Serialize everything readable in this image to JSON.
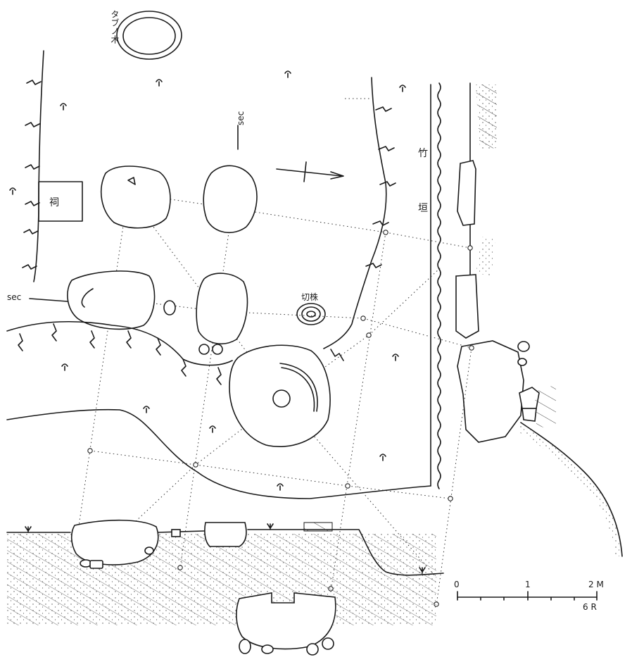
{
  "labels": {
    "tree_name": "タブノ木",
    "section_top": "sec",
    "section_left": "sec",
    "shrine": "祠",
    "bamboo_fence_1": "竹",
    "bamboo_fence_2": "垣",
    "stump": "切株"
  },
  "scale": {
    "ticks": [
      "0",
      "1",
      "2 M"
    ],
    "secondary": "6 R"
  }
}
